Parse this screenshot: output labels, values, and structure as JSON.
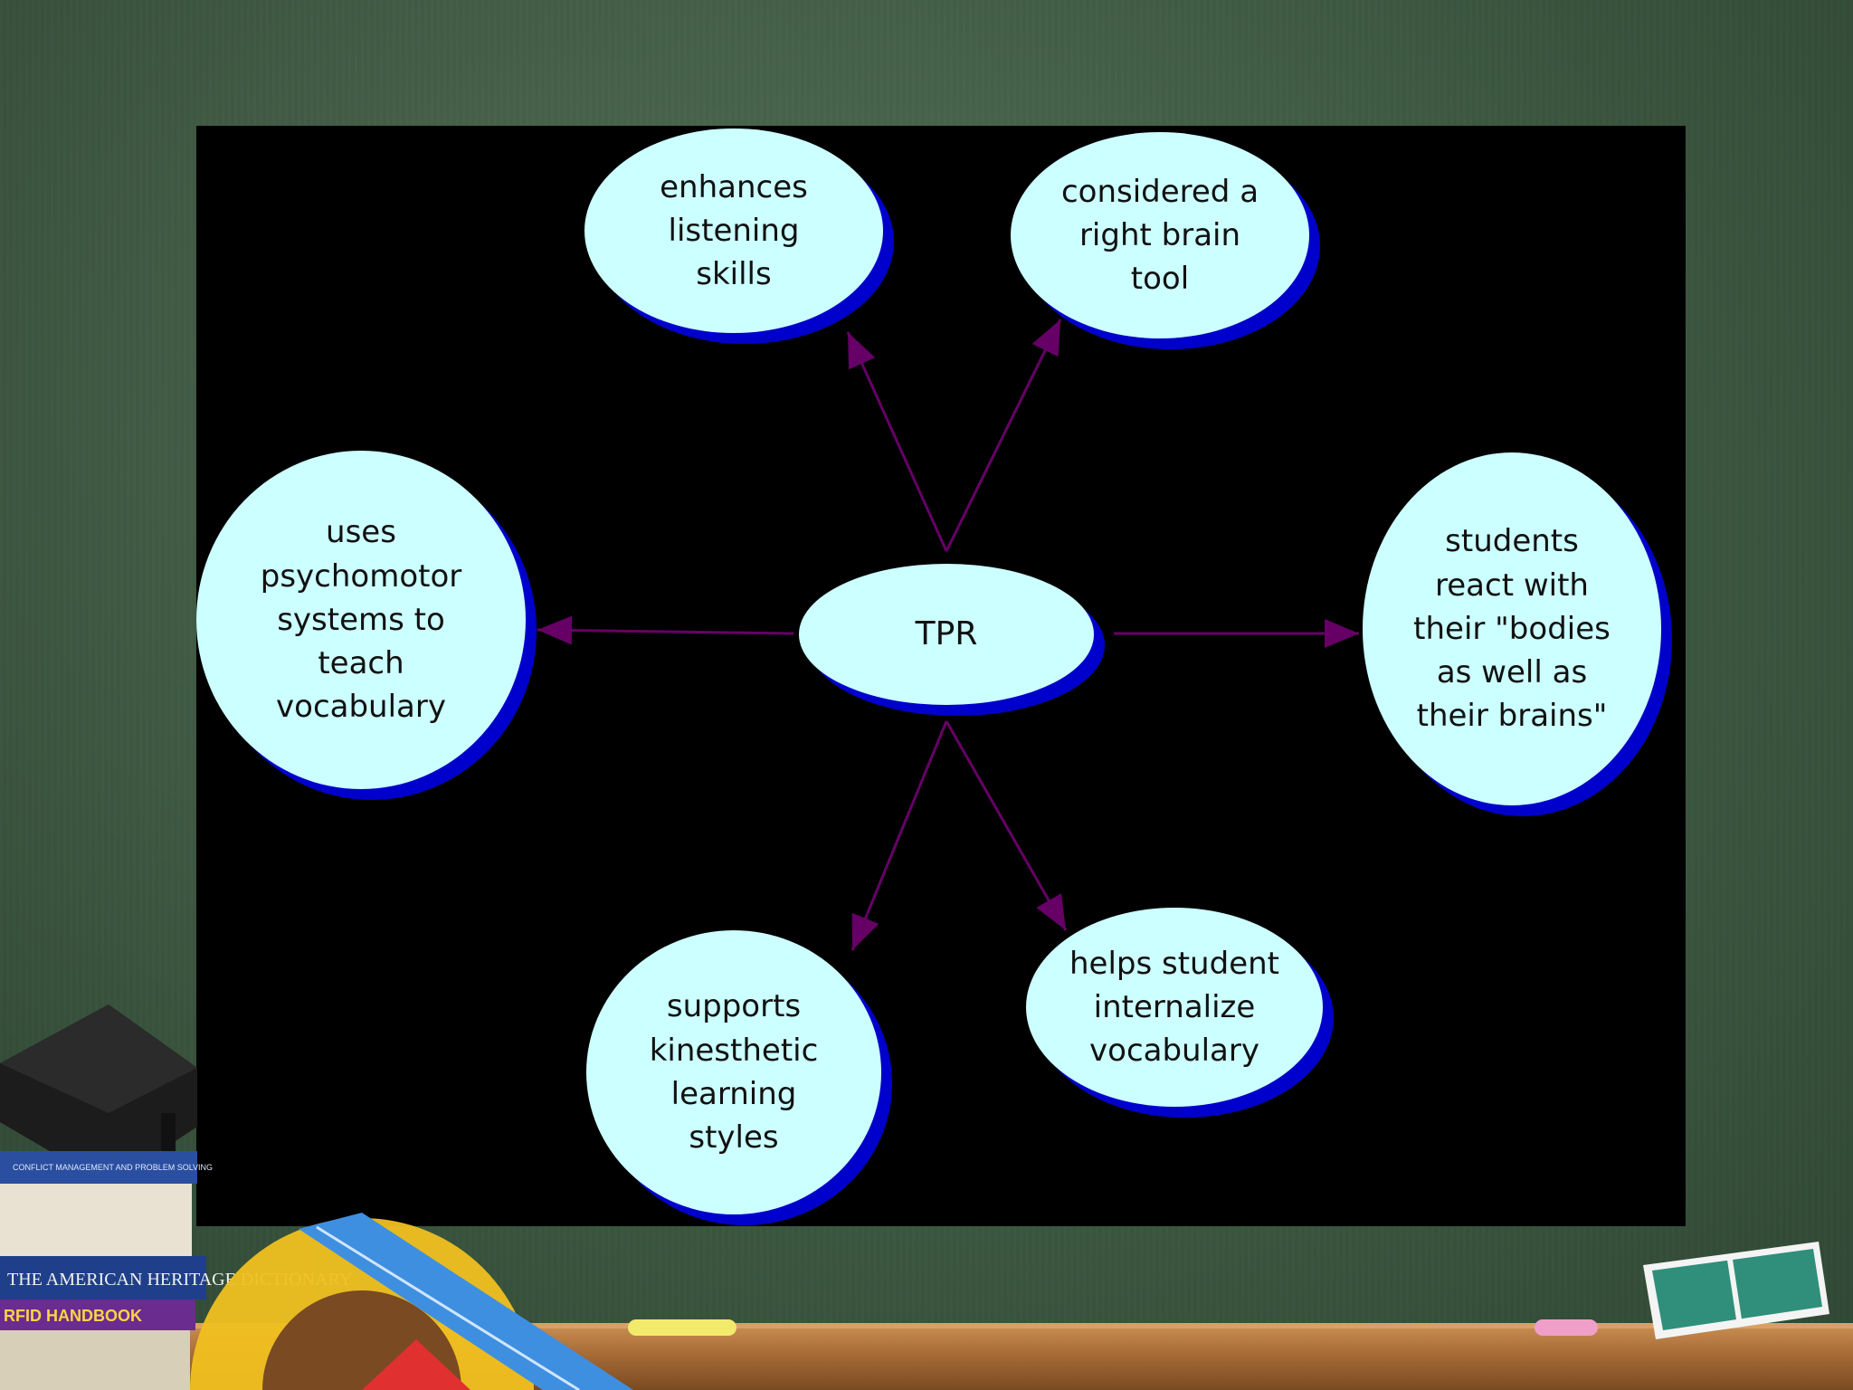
{
  "colors": {
    "node_fill": "#ccffff",
    "node_shadow": "#0000cc",
    "arrow": "#660066",
    "panel": "#000000"
  },
  "diagram": {
    "center": {
      "label": "TPR"
    },
    "nodes": [
      {
        "id": "listening",
        "label": "enhances\nlistening\nskills"
      },
      {
        "id": "right-brain",
        "label": "considered a\nright brain\ntool"
      },
      {
        "id": "psychomotor",
        "label": "uses\npsychomotor\nsystems to\nteach\nvocabulary"
      },
      {
        "id": "bodies",
        "label": "students\nreact with\ntheir \"bodies\nas well as\ntheir brains\""
      },
      {
        "id": "kinesthetic",
        "label": "supports\nkinesthetic\nlearning\nstyles"
      },
      {
        "id": "internalize",
        "label": "helps student\ninternalize\nvocabulary"
      }
    ],
    "edges": [
      {
        "from": "TPR",
        "to": "listening"
      },
      {
        "from": "TPR",
        "to": "right-brain"
      },
      {
        "from": "TPR",
        "to": "psychomotor"
      },
      {
        "from": "TPR",
        "to": "bodies"
      },
      {
        "from": "TPR",
        "to": "kinesthetic"
      },
      {
        "from": "TPR",
        "to": "internalize"
      }
    ]
  },
  "decor": {
    "book_titles": [
      "CONFLICT MANAGEMENT AND PROBLEM SOLVING",
      "THE AMERICAN HERITAGE DICTIONARY",
      "RFID HANDBOOK"
    ]
  }
}
